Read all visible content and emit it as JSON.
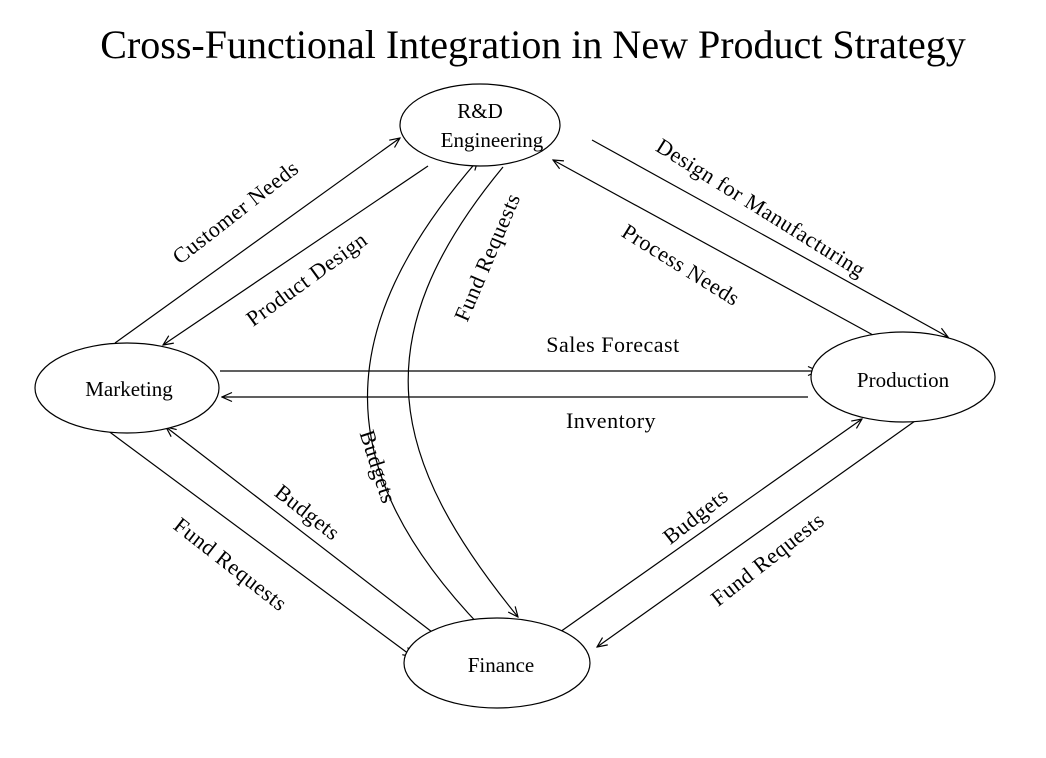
{
  "title": "Cross-Functional Integration in New Product Strategy",
  "nodes": {
    "rd": {
      "line1": "R&D",
      "line2": "Engineering"
    },
    "marketing": {
      "label": "Marketing"
    },
    "production": {
      "label": "Production"
    },
    "finance": {
      "label": "Finance"
    }
  },
  "flows": {
    "customer_needs": "Customer Needs",
    "product_design": "Product Design",
    "fund_requests_rd": "Fund Requests",
    "budgets_rd": "Budgets",
    "design_for_manufacturing": "Design for Manufacturing",
    "process_needs": "Process Needs",
    "sales_forecast": "Sales Forecast",
    "inventory": "Inventory",
    "budgets_marketing": "Budgets",
    "fund_requests_marketing": "Fund Requests",
    "budgets_production": "Budgets",
    "fund_requests_production": "Fund Requests"
  },
  "colors": {
    "stroke": "#000000",
    "background": "#ffffff"
  }
}
